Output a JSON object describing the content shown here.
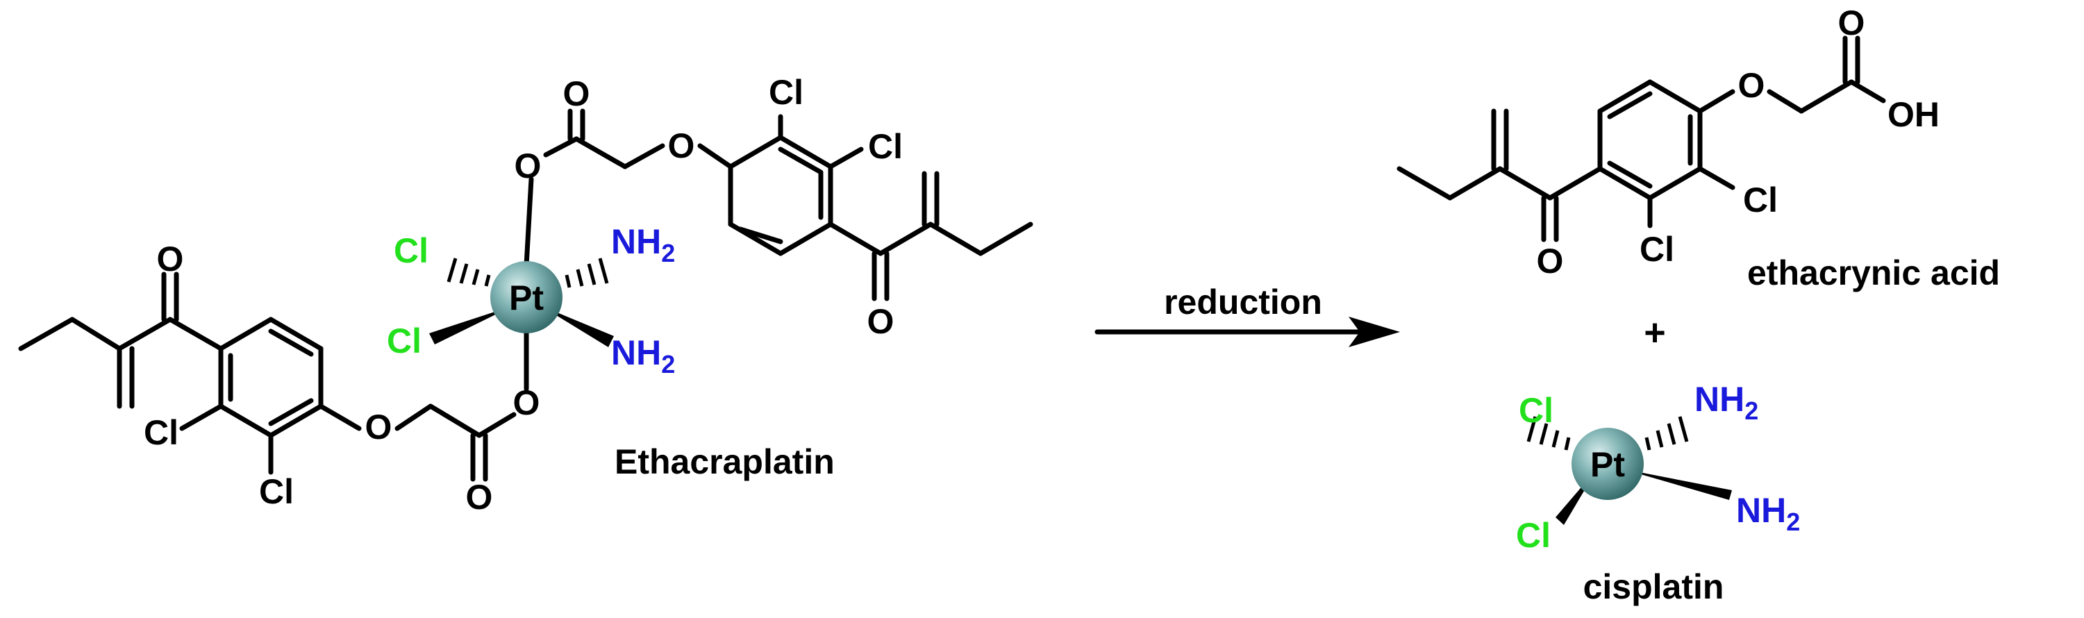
{
  "colors": {
    "bond": "#000000",
    "chlorine": "#22e01c",
    "amine": "#1a1adc",
    "platinum": "#4f8f8f"
  },
  "atoms": {
    "O": "O",
    "Cl": "Cl",
    "OH": "OH",
    "Pt": "Pt",
    "N": "NH",
    "sub2": "2"
  },
  "reaction": {
    "arrow_label": "reduction",
    "plus": "+"
  },
  "compounds": {
    "ethacraplatin": "Ethacraplatin",
    "ethacrynic_acid": "ethacrynic acid",
    "cisplatin": "cisplatin"
  }
}
